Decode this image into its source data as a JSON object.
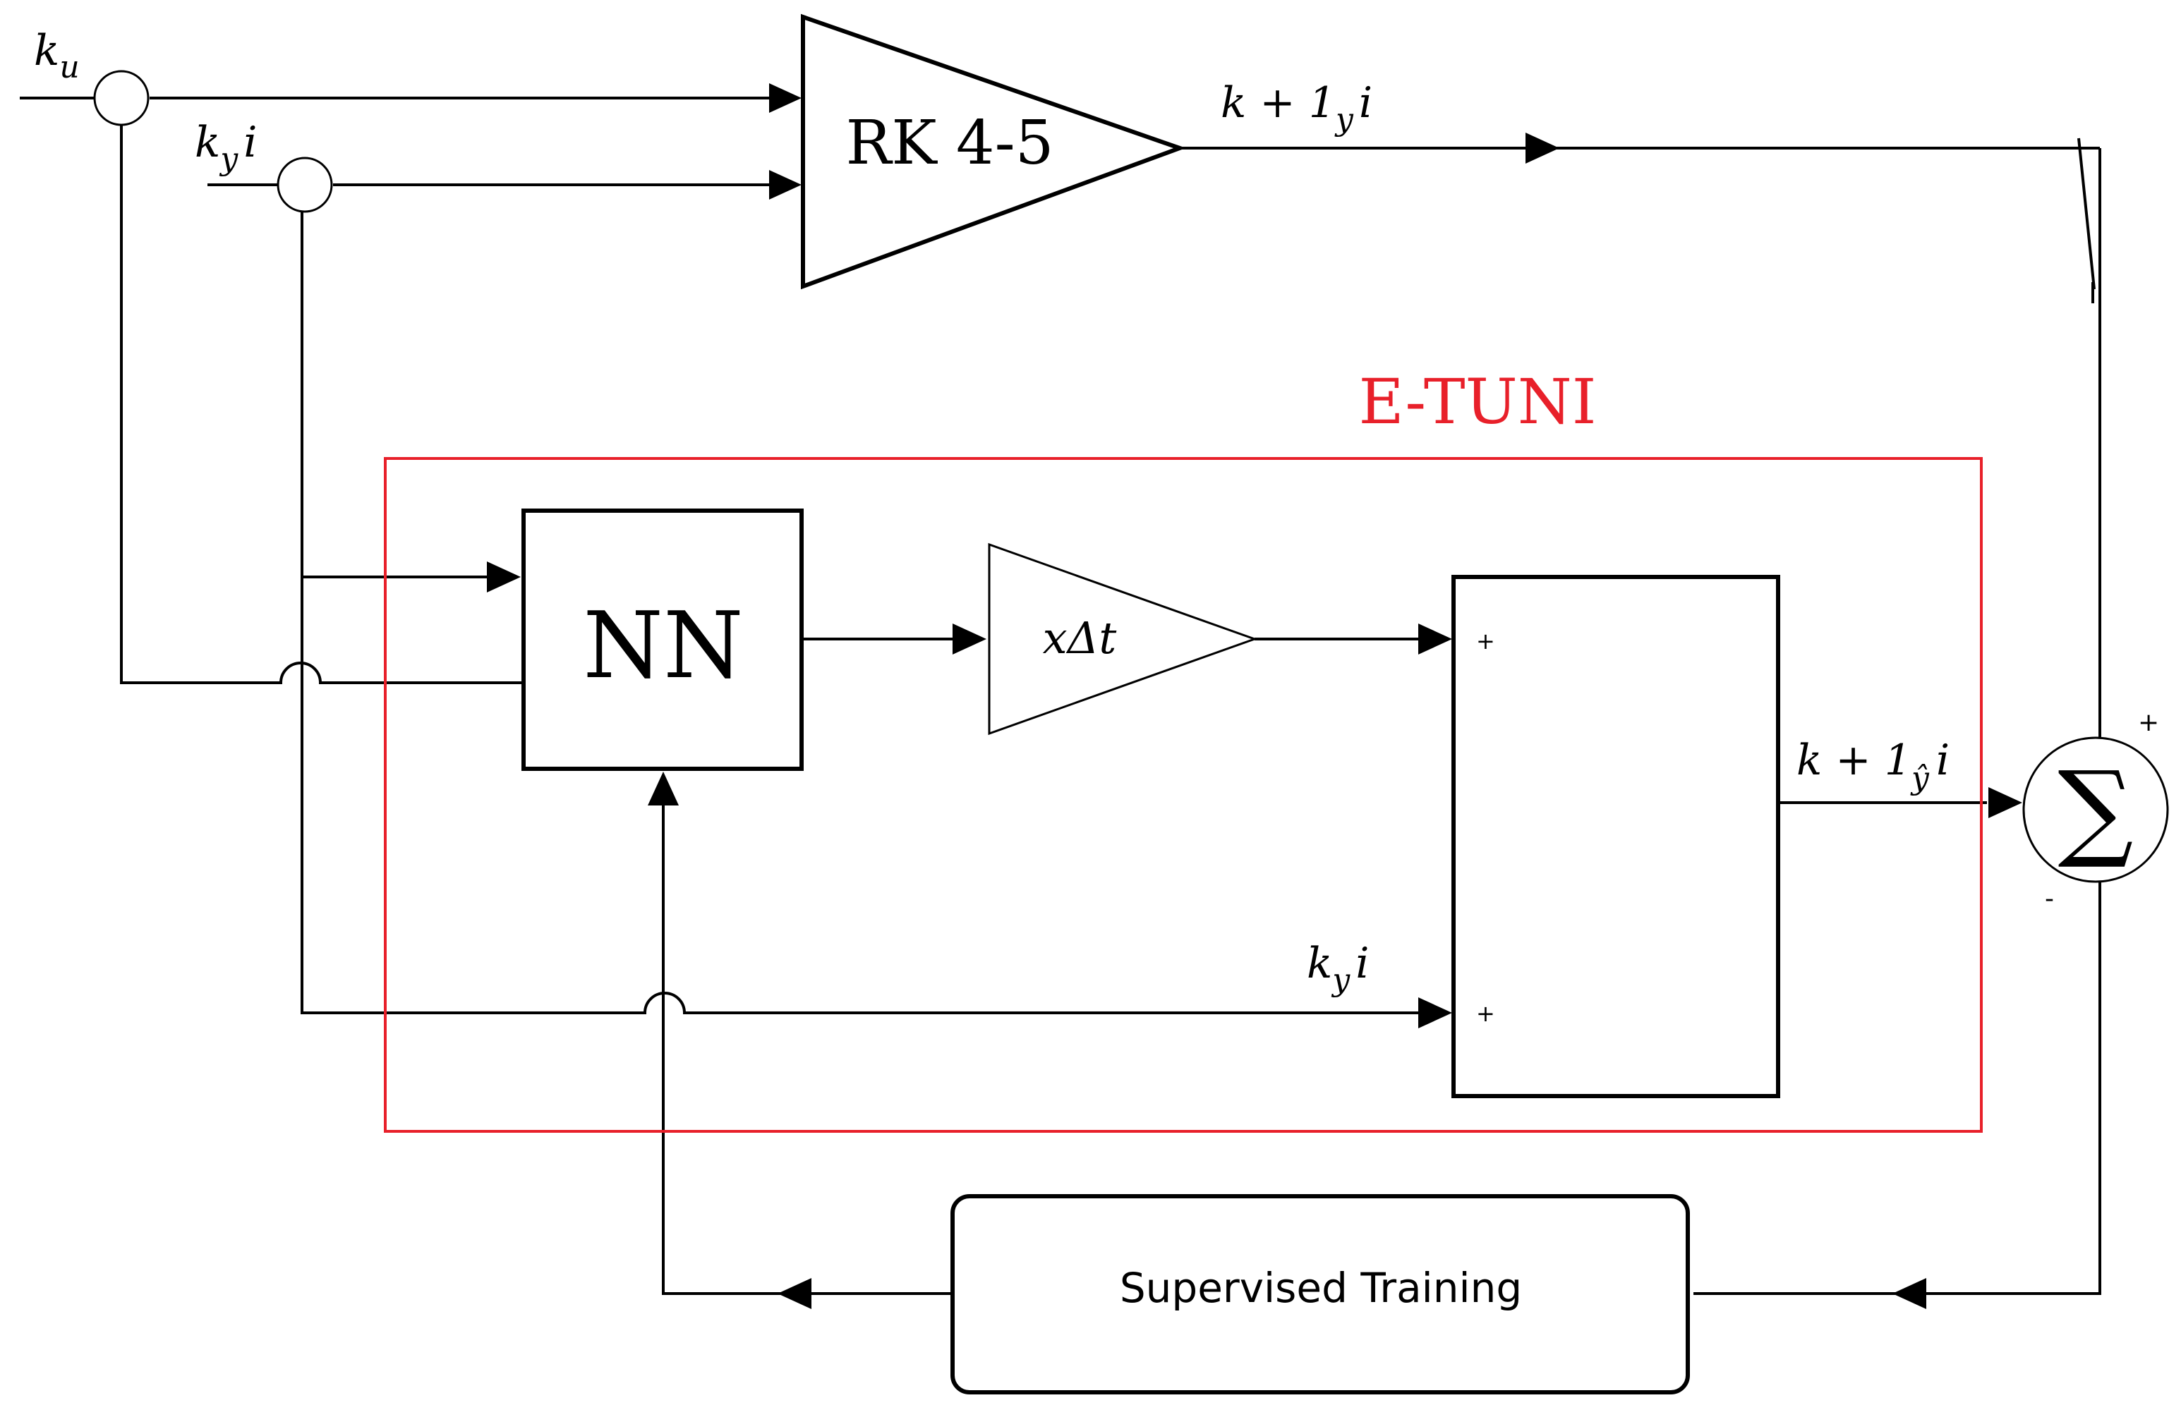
{
  "inputs": {
    "ku": {
      "main": "k",
      "sub": "u",
      "tail": ""
    },
    "kyi": {
      "main": "k",
      "sub": "y",
      "tail": "i"
    }
  },
  "blocks": {
    "rk": {
      "label": "RK 4-5"
    },
    "nn": {
      "label": "NN"
    },
    "gain": {
      "main": "x",
      "tail": "Δt"
    },
    "supervised": {
      "label": "Supervised Training"
    }
  },
  "etuni": {
    "title": "E-TUNI",
    "color": "#e8202a"
  },
  "signals": {
    "rk_output": {
      "main": "k + 1",
      "sub": "y",
      "tail": "i"
    },
    "etuni_output": {
      "main": "k + 1",
      "sub": "ŷ",
      "tail": "i"
    },
    "feedback_kyi": {
      "main": "k",
      "sub": "y",
      "tail": "i"
    }
  },
  "summer_block": {
    "plus": "+",
    "plus2": "+"
  },
  "sum": {
    "symbol": "∑",
    "plus": "+",
    "minus": "-"
  }
}
